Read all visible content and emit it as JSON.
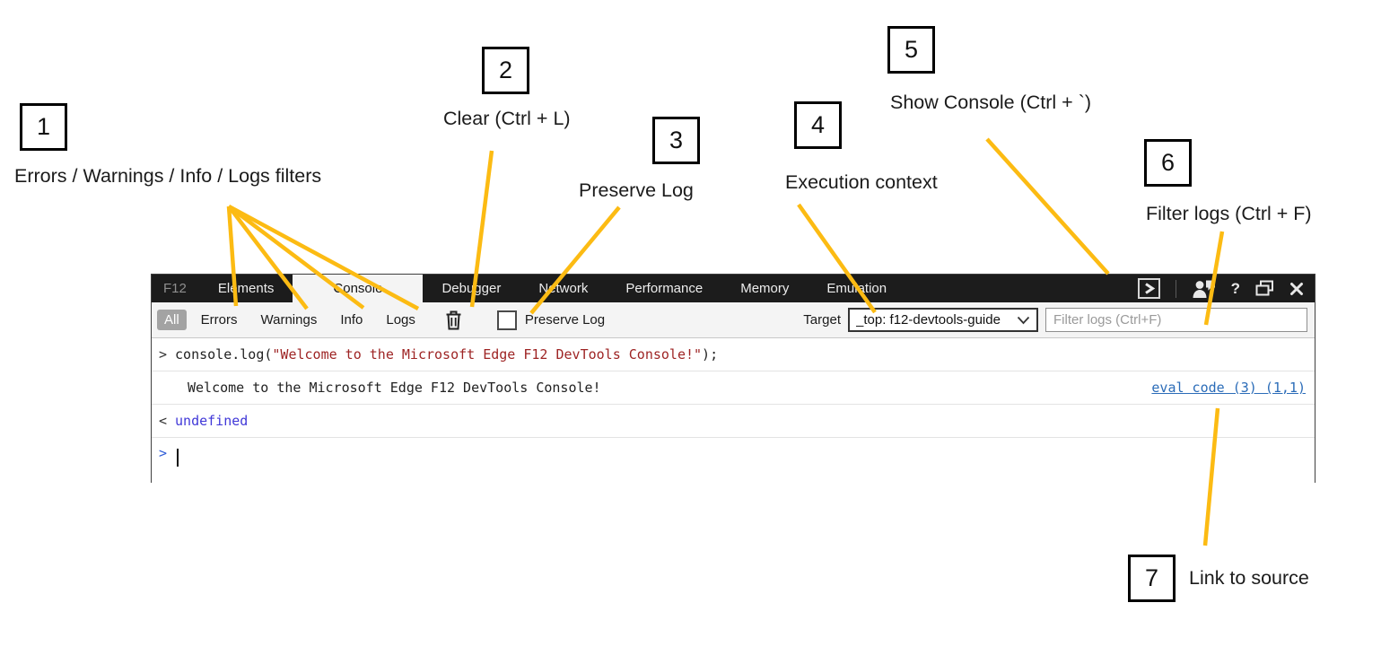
{
  "annotations": {
    "line_color": "#FCBB13",
    "callouts": [
      {
        "num": "1",
        "label": "Errors / Warnings / Info / Logs filters"
      },
      {
        "num": "2",
        "label": "Clear (Ctrl + L)"
      },
      {
        "num": "3",
        "label": "Preserve Log"
      },
      {
        "num": "4",
        "label": "Execution context"
      },
      {
        "num": "5",
        "label": "Show Console (Ctrl + `)"
      },
      {
        "num": "6",
        "label": "Filter logs (Ctrl + F)"
      },
      {
        "num": "7",
        "label": "Link to source"
      }
    ]
  },
  "devtools": {
    "tab_bar": {
      "app_label": "F12",
      "tabs": [
        {
          "label": "Elements",
          "active": false
        },
        {
          "label": "Console",
          "active": true
        },
        {
          "label": "Debugger",
          "active": false
        },
        {
          "label": "Network",
          "active": false
        },
        {
          "label": "Performance",
          "active": false
        },
        {
          "label": "Memory",
          "active": false
        },
        {
          "label": "Emulation",
          "active": false
        }
      ],
      "icons": {
        "show_console": "show-console-icon",
        "feedback": "feedback-person-icon",
        "help_glyph": "?",
        "restore": "restore-window-icon",
        "close": "close-icon"
      }
    },
    "toolbar": {
      "filters": [
        {
          "label": "All",
          "active": true
        },
        {
          "label": "Errors",
          "active": false
        },
        {
          "label": "Warnings",
          "active": false
        },
        {
          "label": "Info",
          "active": false
        },
        {
          "label": "Logs",
          "active": false
        }
      ],
      "clear_icon": "trash-icon",
      "preserve_log_label": "Preserve Log",
      "target_label": "Target",
      "target_value": "_top: f12-devtools-guide",
      "filter_placeholder": "Filter logs (Ctrl+F)"
    },
    "console": {
      "input_echo": {
        "prompt": ">",
        "code_prefix": "console.log(",
        "code_string": "\"Welcome to the Microsoft Edge F12 DevTools Console!\"",
        "code_suffix": ");"
      },
      "log_entry": {
        "text": "Welcome to the Microsoft Edge F12 DevTools Console!",
        "source_link": "eval code (3) (1,1)"
      },
      "result": {
        "prompt": "<",
        "value": "undefined"
      },
      "input_prompt": ">"
    },
    "colors": {
      "string_red": "#9e2424",
      "result_blue": "#4038d8",
      "prompt_blue": "#2e5cd7",
      "link_blue": "#2b6cb8"
    }
  }
}
